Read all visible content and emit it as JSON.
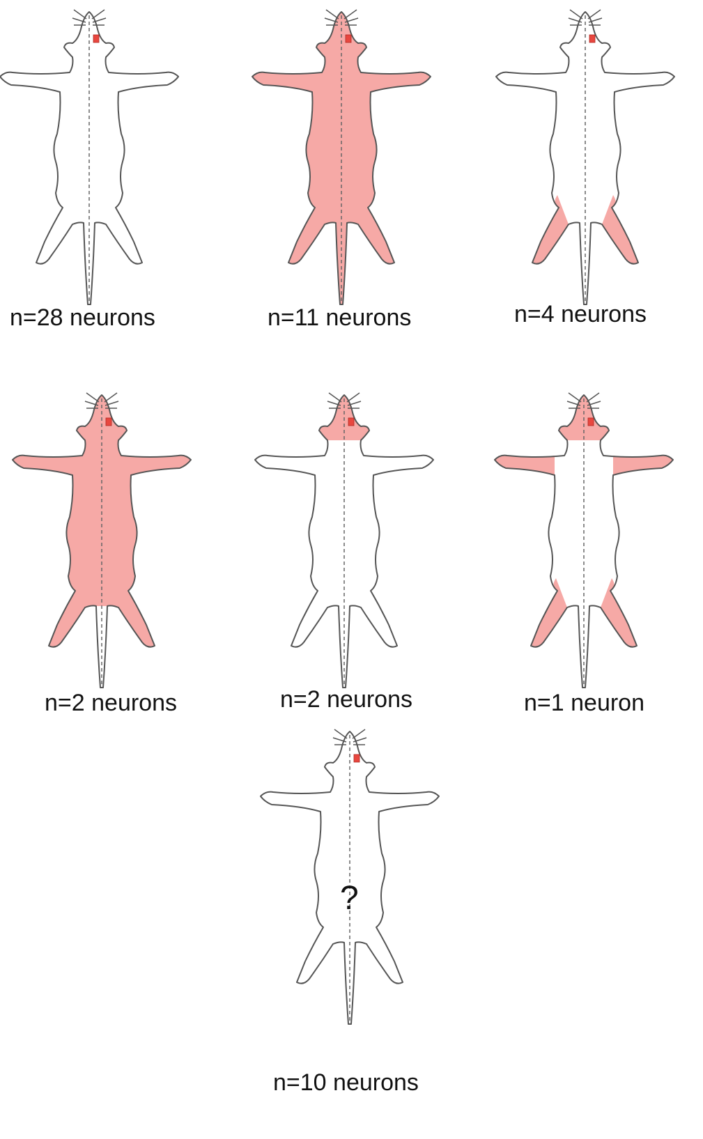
{
  "colors": {
    "receptive_field": "#f6a9a6",
    "recording_marker": "#e8473f",
    "outline": "#555555"
  },
  "panels": [
    {
      "label": "n=28 neurons",
      "receptive_field": "none"
    },
    {
      "label": "n=11 neurons",
      "receptive_field": "whole body, face and tail"
    },
    {
      "label": "n=4 neurons",
      "receptive_field": "hindlimbs"
    },
    {
      "label": "n=2 neurons",
      "receptive_field": "whole body and face"
    },
    {
      "label": "n=2 neurons",
      "receptive_field": "face"
    },
    {
      "label": "n=1 neuron",
      "receptive_field": "face, forelimbs and hindlimbs"
    },
    {
      "label": "n=10 neurons",
      "receptive_field": "unknown",
      "mark": "?"
    }
  ]
}
